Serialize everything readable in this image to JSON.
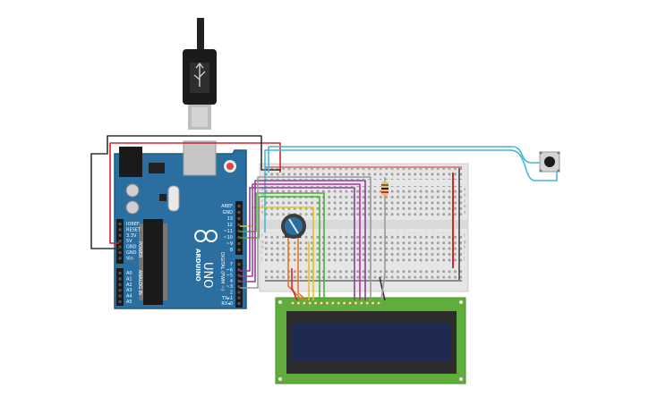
{
  "colors": {
    "board": "#2a6fa0",
    "board_edge": "#1e5a85",
    "breadboard": "#e6e6e6",
    "lcd_pcb": "#5fae3c",
    "lcd_screen": "#1e2a52",
    "wire_red": "#d4262d",
    "wire_black": "#333333",
    "wire_green": "#4caf3c",
    "wire_yellow": "#e8c21a",
    "wire_purple": "#8a3ea0",
    "wire_orange": "#e07a25",
    "wire_cyan": "#49b6d3",
    "wire_gray": "#9a9a9a",
    "wire_magenta": "#b5368f"
  },
  "arduino": {
    "brand": "ARDUINO",
    "model": "UNO",
    "digital_label": "DIGITAL (PWM ~)",
    "power_label": "POWER",
    "analog_label": "ANALOG IN",
    "header_top_labels": [
      "AREF",
      "GND",
      "13",
      "12",
      "~11",
      "~10",
      "~9",
      "8"
    ],
    "header_mid_labels": [
      "7",
      "~6",
      "~5",
      "4",
      "~3",
      "2",
      "TX▸1",
      "RX◂0"
    ],
    "power_pins": [
      "IOREF",
      "RESET",
      "3.3V",
      "5V",
      "GND",
      "GND",
      "Vin"
    ],
    "analog_pins": [
      "A0",
      "A1",
      "A2",
      "A3",
      "A4",
      "A5"
    ]
  },
  "breadboard": {
    "row_letters_top": [
      "a",
      "b",
      "c",
      "d",
      "e"
    ],
    "row_letters_bottom": [
      "f",
      "g",
      "h",
      "i",
      "j"
    ],
    "rail_signs": [
      "+",
      "-"
    ]
  },
  "components": {
    "usb_icon": "usb-cable-icon",
    "pot_icon": "potentiometer-icon",
    "button_icon": "pushbutton-icon",
    "resistor_icon": "resistor-icon",
    "lcd_icon": "lcd-16x2-icon"
  }
}
